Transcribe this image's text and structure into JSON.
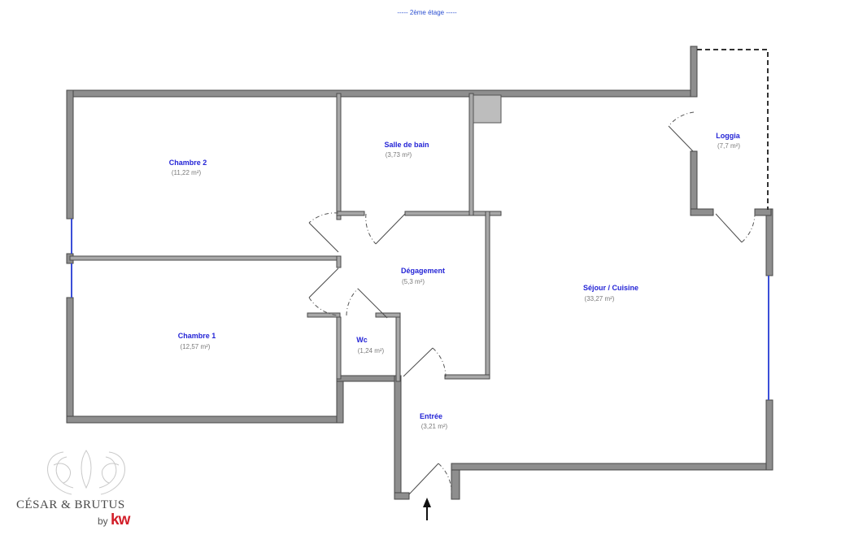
{
  "floor_title": "-----  2ème étage  -----",
  "rooms": {
    "chambre2": {
      "name": "Chambre 2",
      "area": "(11,22 m²)"
    },
    "salle_de_bain": {
      "name": "Salle de bain",
      "area": "(3,73 m²)"
    },
    "loggia": {
      "name": "Loggia",
      "area": "(7,7 m²)"
    },
    "degagement": {
      "name": "Dégagement",
      "area": "(5,3 m²)"
    },
    "sejour": {
      "name": "Séjour / Cuisine",
      "area": "(33,27 m²)"
    },
    "chambre1": {
      "name": "Chambre 1",
      "area": "(12,57 m²)"
    },
    "wc": {
      "name": "Wc",
      "area": "(1,24 m²)"
    },
    "entree": {
      "name": "Entrée",
      "area": "(3,21 m²)"
    }
  },
  "logo": {
    "name": "CÉSAR & BRUTUS",
    "by": "by",
    "brand": "kw",
    "brand_color": "#d21f2a"
  },
  "colors": {
    "wall": "#8e8e8e",
    "window": "#3b4fd8",
    "room_label": "#2424d6"
  }
}
